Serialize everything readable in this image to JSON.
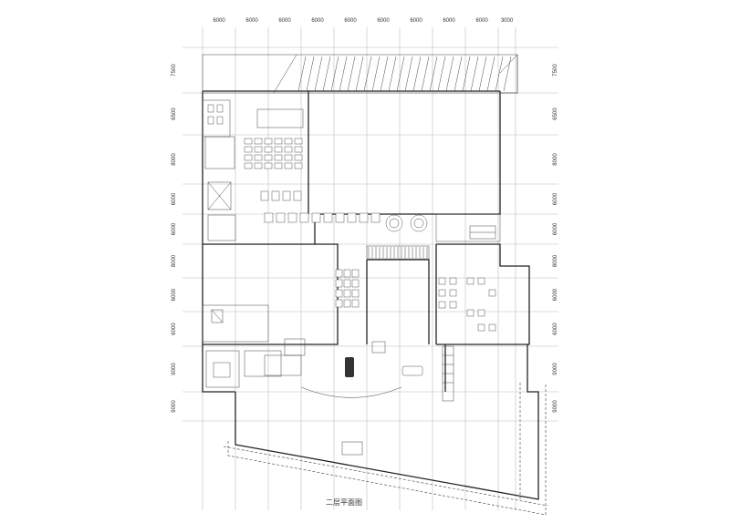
{
  "drawing": {
    "title": "二层平面图",
    "top_dimensions": [
      "6000",
      "6000",
      "6000",
      "6000",
      "6000",
      "6000",
      "6000",
      "6000",
      "6000",
      "3000"
    ],
    "left_dimensions": [
      "7500",
      "6500",
      "8000",
      "6000",
      "6000",
      "8000",
      "6000",
      "6000",
      "9000",
      "9000"
    ],
    "right_dimensions": [
      "7500",
      "6500",
      "8000",
      "6000",
      "6000",
      "8000",
      "6000",
      "6000",
      "9000",
      "9000"
    ]
  }
}
